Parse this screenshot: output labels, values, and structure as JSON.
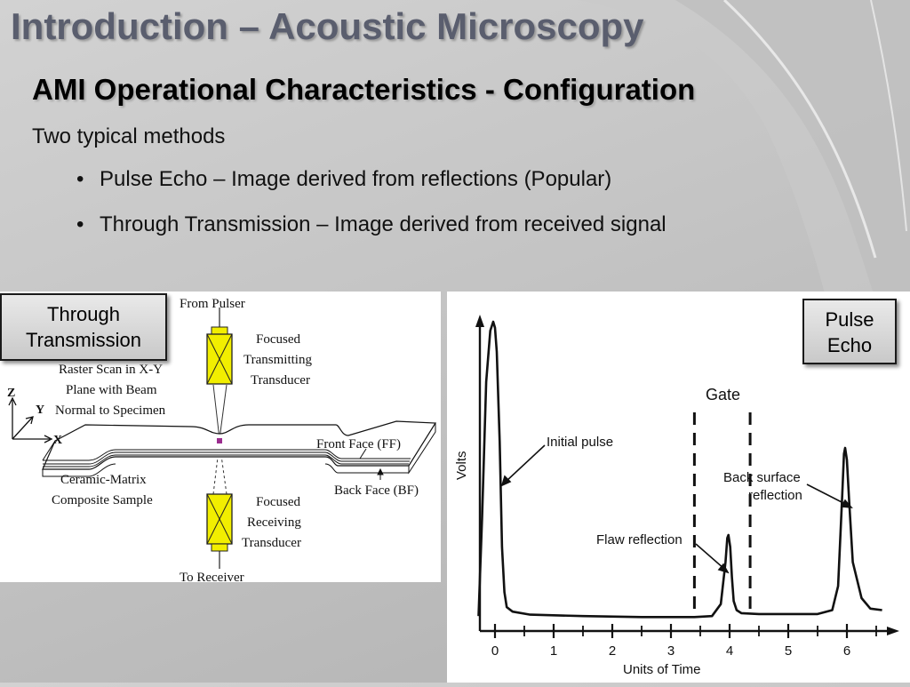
{
  "slide": {
    "title": "Introduction – Acoustic Microscopy",
    "subtitle": "AMI Operational Characteristics - Configuration",
    "intro": "Two typical methods",
    "bullets": [
      "Pulse Echo – Image derived from reflections (Popular)",
      "Through Transmission – Image derived from received signal"
    ]
  },
  "left_diagram": {
    "badge_line1": "Through",
    "badge_line2": "Transmission",
    "from_pulser": "From Pulser",
    "to_receiver": "To Receiver",
    "tx_label": [
      "Focused",
      "Transmitting",
      "Transducer"
    ],
    "rx_label": [
      "Focused",
      "Receiving",
      "Transducer"
    ],
    "raster": [
      "Raster Scan in X-Y",
      "Plane with Beam",
      "Normal to Specimen"
    ],
    "sample": [
      "Ceramic-Matrix",
      "Composite Sample"
    ],
    "front_face": "Front Face (FF)",
    "back_face": "Back Face (BF)",
    "axes": {
      "z": "Z",
      "y": "Y",
      "x": "X"
    },
    "colors": {
      "transducer": "#f2ee00",
      "focus_dot": "#9b2d8f"
    }
  },
  "right_chart": {
    "badge_line1": "Pulse",
    "badge_line2": "Echo",
    "gate_label": "Gate",
    "initial_pulse": "Initial pulse",
    "flaw_reflection": "Flaw reflection",
    "back_surface": [
      "Back surface",
      "reflection"
    ],
    "ylabel": "Volts",
    "xlabel": "Units of Time",
    "ticks": [
      "0",
      "1",
      "2",
      "3",
      "4",
      "5",
      "6"
    ]
  },
  "chart_data": {
    "type": "line",
    "title": "",
    "xlabel": "Units of Time",
    "ylabel": "Volts",
    "xlim": [
      -0.3,
      6.7
    ],
    "ylim": [
      0,
      1
    ],
    "grid": false,
    "series": [
      {
        "x": [
          -0.28,
          -0.22,
          -0.15,
          -0.08,
          -0.03,
          0.0,
          0.03,
          0.08,
          0.12,
          0.16,
          0.2,
          0.3,
          0.6,
          1.5,
          2.5,
          3.4,
          3.7,
          3.85,
          3.93,
          3.96,
          3.98,
          4.01,
          4.04,
          4.07,
          4.12,
          4.2,
          4.5,
          5.0,
          5.5,
          5.75,
          5.85,
          5.92,
          5.95,
          5.97,
          6.0,
          6.04,
          6.1,
          6.25,
          6.4,
          6.6
        ],
        "y": [
          0.02,
          0.35,
          0.8,
          0.97,
          1.0,
          0.98,
          0.9,
          0.6,
          0.25,
          0.1,
          0.05,
          0.035,
          0.025,
          0.02,
          0.017,
          0.017,
          0.02,
          0.06,
          0.2,
          0.28,
          0.29,
          0.25,
          0.15,
          0.07,
          0.04,
          0.03,
          0.027,
          0.027,
          0.027,
          0.04,
          0.12,
          0.42,
          0.56,
          0.58,
          0.54,
          0.4,
          0.2,
          0.08,
          0.045,
          0.04
        ]
      }
    ],
    "gate_x": [
      3.4,
      4.35
    ]
  }
}
